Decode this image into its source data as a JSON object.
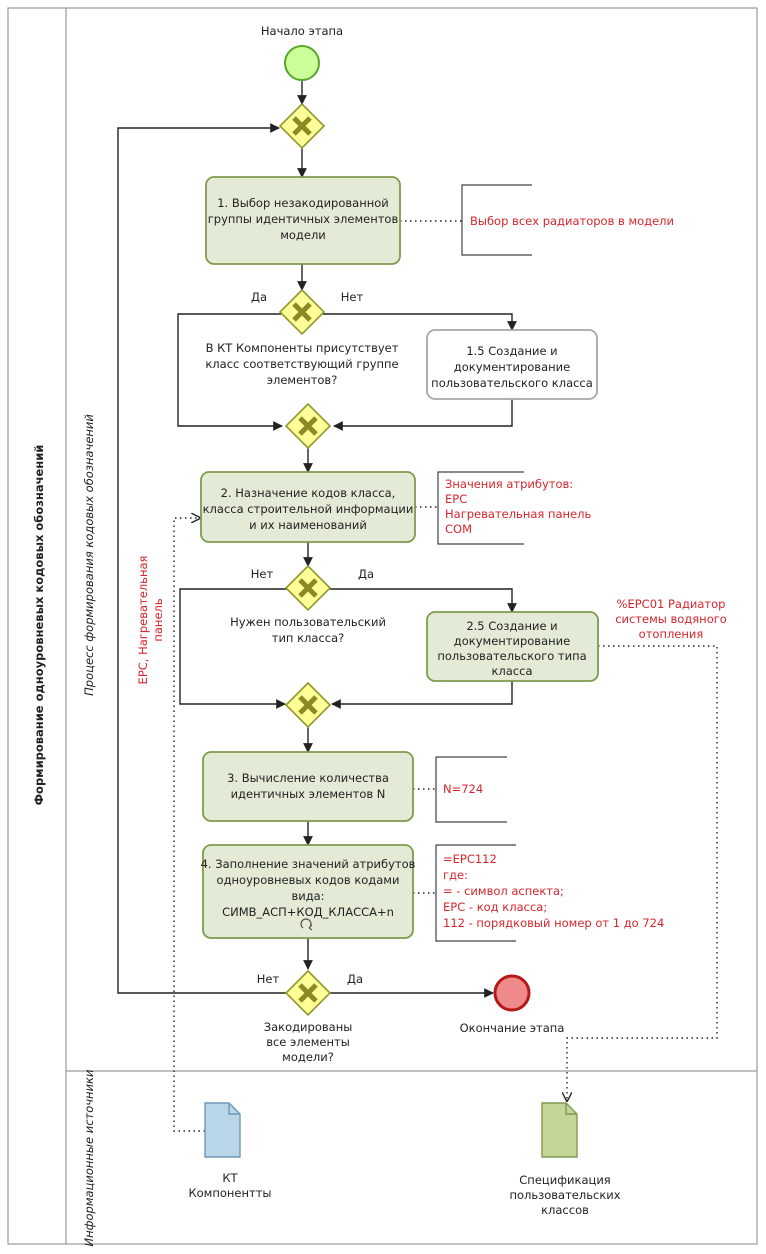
{
  "pool": {
    "title": "Формирование одноуровневых кодовых обозначений",
    "lane_process": "Процесс формирования кодовых обозначений",
    "lane_sources": "Информационные источники"
  },
  "events": {
    "start": "Начало этапа",
    "end": "Окончание этапа"
  },
  "tasks": {
    "t1": [
      "1. Выбор незакодированной",
      "группы идентичных элементов",
      "модели"
    ],
    "t15": [
      "1.5 Создание и",
      "документирование",
      "пользовательского класса"
    ],
    "t2": [
      "2. Назначение кодов класса,",
      "класса строительной информации",
      "и их наименований"
    ],
    "t25": [
      "2.5 Создание и",
      "документирование",
      "пользовательского типа",
      "класса"
    ],
    "t3": [
      "3. Вычисление количества",
      "идентичных элементов N"
    ],
    "t4": [
      "4. Заполнение значений атрибутов",
      "одноуровневых кодов кодами",
      "вида:",
      "СИМВ_АСП+КОД_КЛАССА+n"
    ]
  },
  "gateways": {
    "g2_question": [
      "В КТ Компоненты присутствует",
      "класс соответствующий группе",
      "элементов?"
    ],
    "g2_yes": "Да",
    "g2_no": "Нет",
    "g4_question": [
      "Нужен пользовательский",
      "тип класса?"
    ],
    "g4_no": "Нет",
    "g4_yes": "Да",
    "g6_question": [
      "Закодированы",
      "все элементы",
      "модели?"
    ],
    "g6_no": "Нет",
    "g6_yes": "Да"
  },
  "annotations": {
    "a1": [
      "Выбор всех радиаторов в модели"
    ],
    "a2": [
      "Значения атрибутов:",
      "EPC",
      "Нагревательная панель",
      "COM"
    ],
    "a3": [
      "N=724"
    ],
    "a4": [
      "=EPC112",
      "где:",
      "= - символ аспекта;",
      "EPC - код класса;",
      "112 - порядковый номер от 1 до 724"
    ],
    "side_label": [
      "EPC, Нагревательная",
      "панель"
    ],
    "type_label": [
      "%EPC01 Радиатор",
      "системы водяного",
      "отопления"
    ]
  },
  "data_objects": {
    "kt": [
      "КТ",
      "Компонентты"
    ],
    "spec": [
      "Спецификация",
      "пользовательских",
      "классов"
    ]
  },
  "colors": {
    "task_fill": "#e3ead5",
    "task_stroke": "#7f9a4f",
    "gateway_fill": "#ffff99",
    "gateway_stroke": "#8f9a2a",
    "gateway_x": "#8a8a22",
    "start_fill": "#ccff99",
    "start_stroke": "#55a82a",
    "end_fill": "#ef8a8a",
    "end_stroke": "#b21a1a",
    "doc_blue": "#b8d6e8",
    "doc_green": "#c4d69a",
    "annotation_text": "#d6262b"
  }
}
